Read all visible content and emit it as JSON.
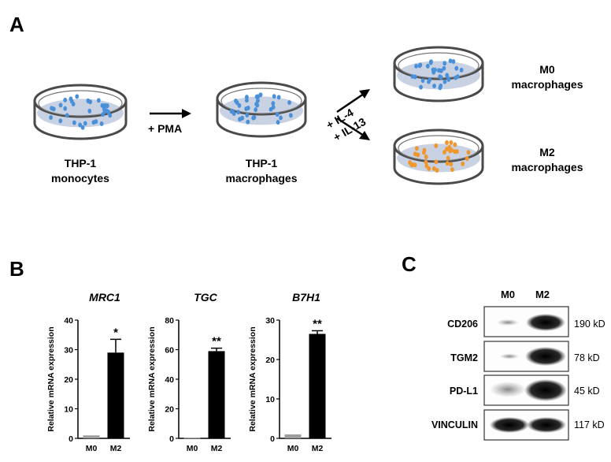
{
  "panels": {
    "a": "A",
    "b": "B",
    "c": "C"
  },
  "schematic": {
    "dish1": {
      "line1": "THP-1",
      "line2": "monocytes"
    },
    "arrow1": "+ PMA",
    "dish2": {
      "line1": "THP-1",
      "line2": "macrophages"
    },
    "branch": {
      "line1": "+ IL-4",
      "line2": "+ IL-13"
    },
    "dish3": {
      "line1": "M0",
      "line2": "macrophages"
    },
    "dish4": {
      "line1": "M2",
      "line2": "macrophages"
    },
    "colors": {
      "dish_fill": "#c9d2e3",
      "cell_blue": "#4a90d9",
      "cell_orange": "#f0962a",
      "outline": "#4a4a4a"
    }
  },
  "chart_data": [
    {
      "type": "bar",
      "title": "MRC1",
      "categories": [
        "M0",
        "M2"
      ],
      "values": [
        1,
        29
      ],
      "errors": [
        0,
        4.5
      ],
      "ylabel": "Relative mRNA expression",
      "ylim": [
        0,
        40
      ],
      "yticks": [
        "0",
        "10",
        "20",
        "30",
        "40"
      ],
      "significance": [
        "",
        "*"
      ],
      "colors": [
        "#9e9e9e",
        "#000000"
      ]
    },
    {
      "type": "bar",
      "title": "TGC",
      "categories": [
        "M0",
        "M2"
      ],
      "values": [
        0.5,
        59
      ],
      "errors": [
        0,
        2
      ],
      "ylabel": "Relative mRNA expression",
      "ylim": [
        0,
        80
      ],
      "yticks": [
        "0",
        "20",
        "40",
        "60",
        "80"
      ],
      "significance": [
        "",
        "**"
      ],
      "colors": [
        "#9e9e9e",
        "#000000"
      ]
    },
    {
      "type": "bar",
      "title": "B7H1",
      "categories": [
        "M0",
        "M2"
      ],
      "values": [
        1,
        26.5
      ],
      "errors": [
        0,
        0.8
      ],
      "ylabel": "Relative mRNA expression",
      "ylim": [
        0,
        30
      ],
      "yticks": [
        "0",
        "10",
        "20",
        "30"
      ],
      "significance": [
        "",
        "**"
      ],
      "colors": [
        "#9e9e9e",
        "#000000"
      ]
    }
  ],
  "western_blot": {
    "lanes": [
      "M0",
      "M2"
    ],
    "rows": [
      {
        "protein": "CD206",
        "size": "190 kD"
      },
      {
        "protein": "TGM2",
        "size": "78 kD"
      },
      {
        "protein": "PD-L1",
        "size": "45 kD"
      },
      {
        "protein": "VINCULIN",
        "size": "117 kD"
      }
    ]
  }
}
